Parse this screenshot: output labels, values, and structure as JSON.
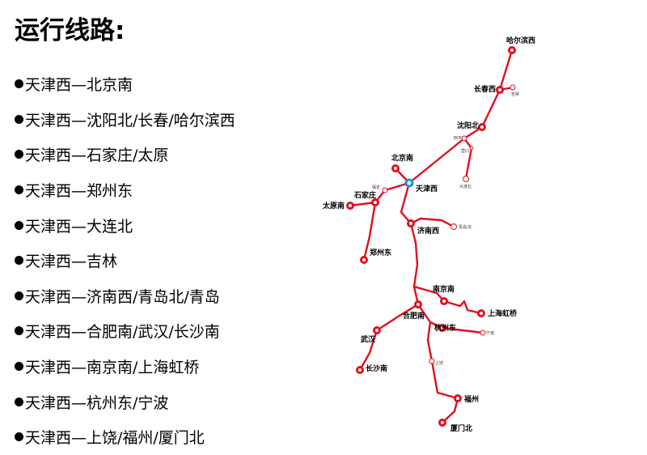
{
  "title": "运行线路:",
  "routes": [
    "天津西—北京南",
    "天津西—沈阳北/长春/哈尔滨西",
    "天津西—石家庄/太原",
    "天津西—郑州东",
    "天津西—大连北",
    "天津西—吉林",
    "天津西—济南西/青岛北/青岛",
    "天津西—合肥南/武汉/长沙南",
    "天津西—南京南/上海虹桥",
    "天津西—杭州东/宁波",
    "天津西—上饶/福州/厦门北"
  ],
  "map": {
    "line_color": "#e0101e",
    "hub_color": "#1e8fd6",
    "stations": {
      "harbin_west": "哈尔滨西",
      "changchun": "长春西",
      "jilin": "吉林",
      "shenyang_north": "沈阳北",
      "sipingx": "四平",
      "yingkou": "营口",
      "dalian_north": "大连北",
      "beijing_south": "北京南",
      "tianjin_west": "天津西",
      "baoding": "保定",
      "shijiazhuang": "石家庄",
      "taiyuan_south": "太原南",
      "zhengzhou_east": "郑州东",
      "jinan_west": "济南西",
      "qingdao_north": "青岛/北",
      "nanjing_south": "南京南",
      "shanghai_hongqiao": "上海虹桥",
      "hefei_south": "合肥南",
      "hangzhou_east": "杭州东",
      "ningbo": "宁波",
      "wuhan": "武汉",
      "changsha_south": "长沙南",
      "shangrao": "上饶",
      "fuzhou": "福州",
      "xiamen_north": "厦门北"
    }
  }
}
